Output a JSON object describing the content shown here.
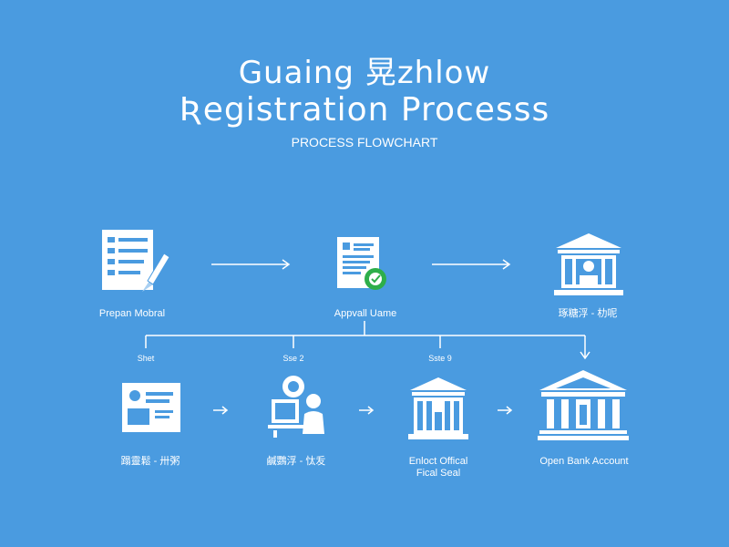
{
  "header": {
    "title_line1": "Guaing 晃zhlow",
    "title_line2": "Ʀegistration Processs",
    "subtitle": "PROCESS FLOWCHART"
  },
  "top_row": [
    {
      "label": "Prepan Mobral",
      "icon": "document-checklist-pen-icon"
    },
    {
      "label": "Appvall Uame",
      "icon": "approval-document-icon"
    },
    {
      "label": "琢糖浮 - 朸呢",
      "icon": "government-building-icon"
    }
  ],
  "steps": [
    "Shet",
    "Sse 2",
    "Sste 9"
  ],
  "bottom_row": [
    {
      "label": "蹋靈鬆 - 卅粥",
      "icon": "id-card-icon"
    },
    {
      "label": "鹹鸚浮 - 忲叐",
      "icon": "person-at-computer-icon"
    },
    {
      "label": "Enloct Offical\nFical Seal",
      "icon": "official-building-icon"
    },
    {
      "label": "Open Bank Account",
      "icon": "bank-icon"
    }
  ],
  "colors": {
    "background": "#4a9be0",
    "foreground": "#ffffff",
    "accent_green": "#2eae4a"
  }
}
